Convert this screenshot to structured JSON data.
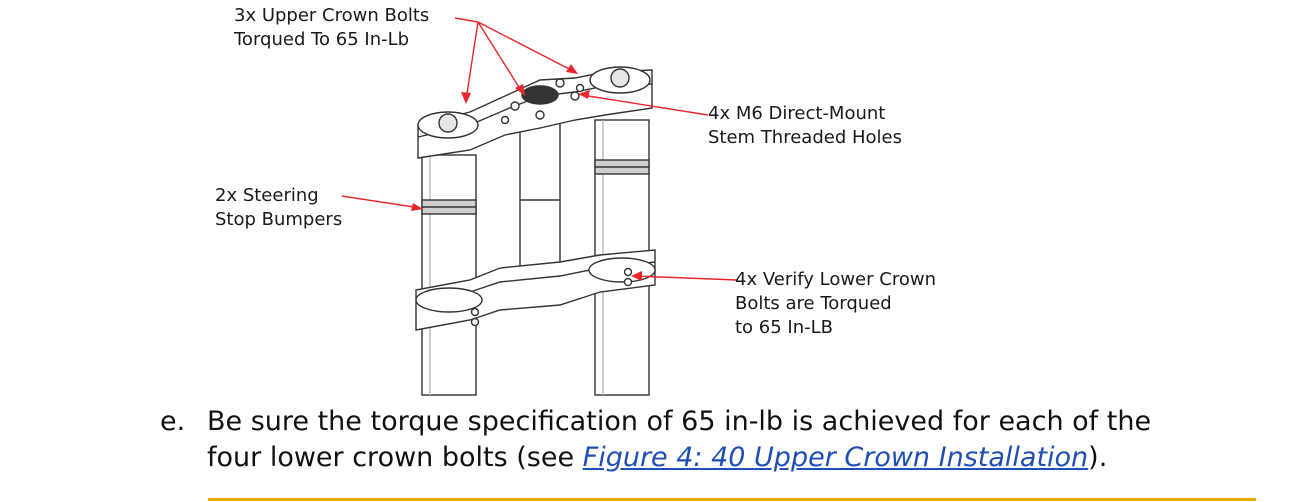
{
  "callouts": {
    "upper_bolts": {
      "line1": "3x Upper Crown Bolts",
      "line2": "Torqued To 65 In-Lb"
    },
    "stem_holes": {
      "line1": "4x  M6 Direct-Mount",
      "line2": "Stem Threaded Holes"
    },
    "bumpers": {
      "line1": "2x Steering",
      "line2": "Stop Bumpers"
    },
    "lower_bolts": {
      "line1": "4x  Verify Lower Crown",
      "line2": "Bolts are Torqued",
      "line3": "to 65 In-LB"
    }
  },
  "step": {
    "marker": "e.",
    "line1": "Be sure the torque specification of 65 in-lb is achieved for each of the",
    "line2_prefix": "four lower crown bolts (see ",
    "link_text": "Figure 4: 40 Upper Crown Installation",
    "line2_suffix": ")."
  },
  "colors": {
    "leader": "#e8262c",
    "rule": "#f0a800",
    "link": "#1f4fb5"
  }
}
